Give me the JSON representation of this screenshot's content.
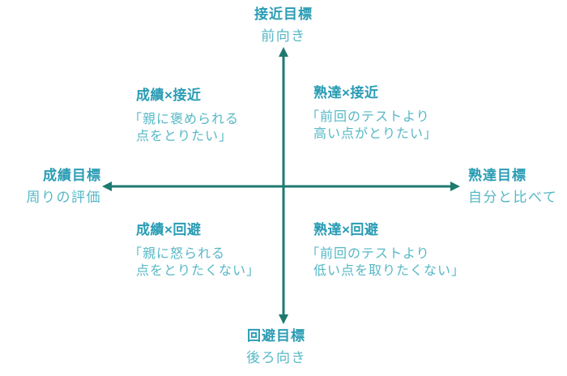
{
  "colors": {
    "axis-color": "#1e7a6f",
    "heading-color": "#2a9cb4",
    "body-color": "#56b8c6"
  },
  "axes": {
    "top": {
      "title": "接近目標",
      "subtitle": "前向き"
    },
    "bottom": {
      "title": "回避目標",
      "subtitle": "後ろ向き"
    },
    "left": {
      "title": "成績目標",
      "subtitle": "周りの評価"
    },
    "right": {
      "title": "熟達目標",
      "subtitle": "自分と比べて"
    }
  },
  "quadrants": {
    "top_left": {
      "heading": "成績×接近",
      "quote": "「親に褒められる\n点をとりたい」"
    },
    "top_right": {
      "heading": "熟達×接近",
      "quote": "「前回のテストより\n高い点がとりたい」"
    },
    "bottom_left": {
      "heading": "成績×回避",
      "quote": "「親に怒られる\n点をとりたくない」"
    },
    "bottom_right": {
      "heading": "熟達×回避",
      "quote": "「前回のテストより\n低い点を取りたくない」"
    }
  }
}
